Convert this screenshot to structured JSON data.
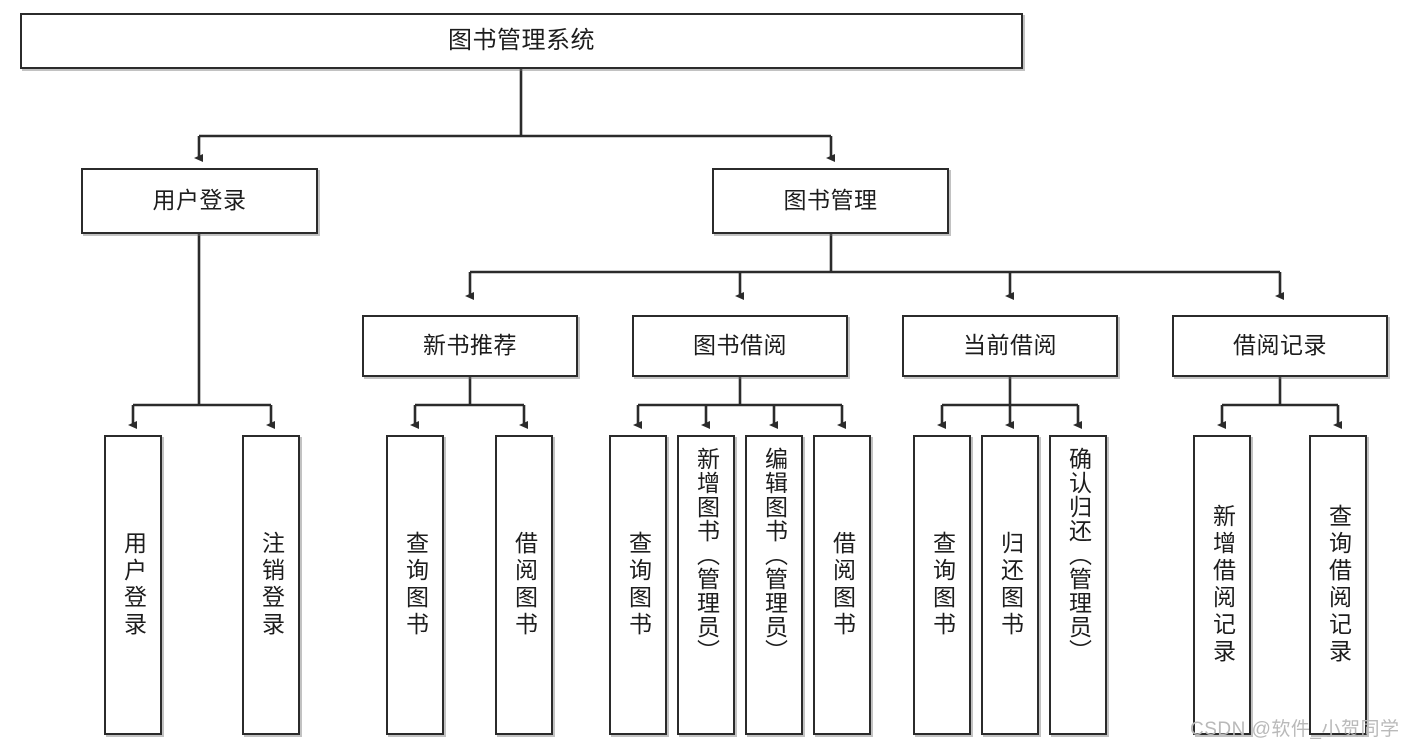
{
  "diagram": {
    "type": "tree",
    "title": "图书管理系统",
    "watermark": "CSDN @软件_小贺同学",
    "colors": {
      "node_border": "#2b2b2b",
      "node_fill": "#ffffff",
      "edge": "#2b2b2b",
      "text": "#1d1d1d",
      "watermark": "#b9b9b9"
    },
    "nodes": {
      "root": {
        "label": "图书管理系统"
      },
      "level2": [
        {
          "label": "用户登录"
        },
        {
          "label": "图书管理"
        }
      ],
      "level3": [
        {
          "label": "新书推荐"
        },
        {
          "label": "图书借阅"
        },
        {
          "label": "当前借阅"
        },
        {
          "label": "借阅记录"
        }
      ],
      "leaves": {
        "user_login": [
          {
            "label": "用户登录"
          },
          {
            "label": "注销登录"
          }
        ],
        "new_book_recommend": [
          {
            "label": "查询图书"
          },
          {
            "label": "借阅图书"
          }
        ],
        "book_borrow": [
          {
            "label": "查询图书"
          },
          {
            "label": "新增图书（管理员）"
          },
          {
            "label": "编辑图书（管理员）"
          },
          {
            "label": "借阅图书"
          }
        ],
        "current_borrow": [
          {
            "label": "查询图书"
          },
          {
            "label": "归还图书"
          },
          {
            "label": "确认归还（管理员）"
          }
        ],
        "borrow_record": [
          {
            "label": "新增借阅记录"
          },
          {
            "label": "查询借阅记录"
          }
        ]
      }
    }
  }
}
